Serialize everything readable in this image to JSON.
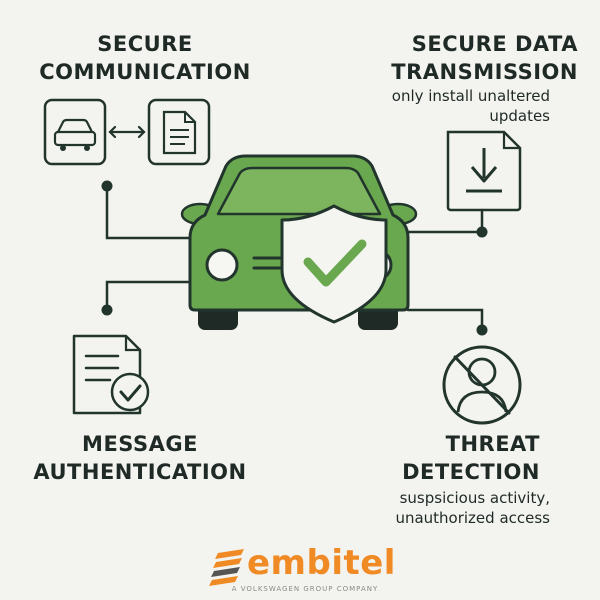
{
  "sections": {
    "secure_communication": {
      "title": "SECURE\nCOMMUNICATION"
    },
    "secure_data_transmission": {
      "title": "SECURE DATA\nTRANSMISSION",
      "caption": "only install unaltered\nupdates"
    },
    "message_authentication": {
      "title": "MESSAGE\nAUTHENTICATION"
    },
    "threat_detection": {
      "title": "THREAT\nDETECTION",
      "caption": "suspsicious activity,\nunauthorized access"
    }
  },
  "brand": {
    "name": "embitel",
    "tagline": "A VOLKSWAGEN GROUP COMPANY"
  },
  "colors": {
    "car_green": "#6aa84f",
    "dark_outline": "#22352d",
    "brand_orange": "#f08a24",
    "background": "#f3f3ef"
  },
  "icons": [
    "car-icon",
    "document-icon",
    "download-icon",
    "shield-check-icon",
    "message-check-icon",
    "blocked-user-icon"
  ]
}
